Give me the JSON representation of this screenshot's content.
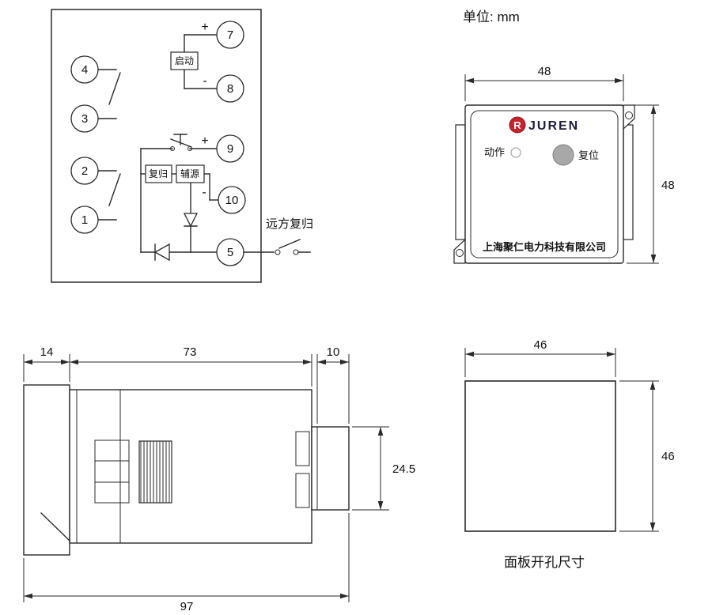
{
  "unit_label": "单位: mm",
  "schematic": {
    "terminals": [
      "7",
      "8",
      "4",
      "3",
      "2",
      "1",
      "9",
      "10",
      "5"
    ],
    "start_label": "启动",
    "reset_label": "复归",
    "aux_label": "辅源",
    "remote_reset_label": "远方复归",
    "plus_top": "+",
    "minus_top": "-",
    "plus_mid": "+",
    "minus_mid": "-"
  },
  "front_view": {
    "brand": "JUREN",
    "logo_letter": "R",
    "action_label": "动作",
    "reset_label": "复位",
    "company": "上海聚仁电力科技有限公司",
    "width_dim": "48",
    "height_dim": "48"
  },
  "side_view": {
    "dim_left": "14",
    "dim_body": "73",
    "dim_terminal": "10",
    "dim_block_height": "24.5",
    "dim_total": "97"
  },
  "cutout_view": {
    "width_dim": "46",
    "height_dim": "46",
    "caption": "面板开孔尺寸"
  },
  "colors": {
    "brand_red": "#c4242b",
    "button_gray": "#a8a8a8",
    "led_fill": "#fdfdfd"
  }
}
